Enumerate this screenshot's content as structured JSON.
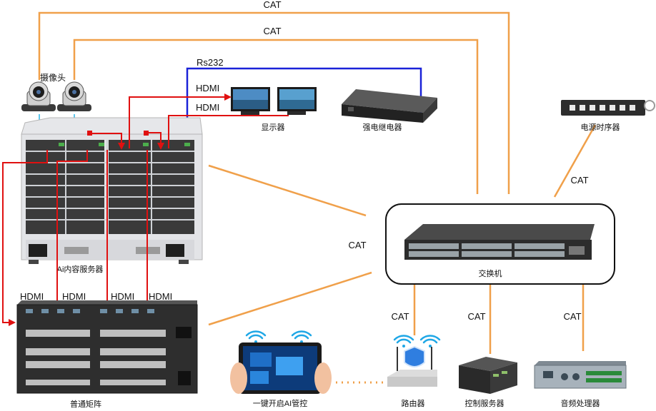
{
  "colors": {
    "cat_line": "#f0a04a",
    "hdmi_line": "#e01010",
    "rs232_line": "#1a22d8",
    "camera_feed": "#27b3e6",
    "device_dark": "#2b2b2b",
    "rack_light": "#d6d8dc",
    "wifi": "#1fa7e6"
  },
  "labels": {
    "cat_top": "CAT",
    "cat_second": "CAT",
    "rs232": "Rs232",
    "hdmi_display_1": "HDMI",
    "hdmi_display_2": "HDMI",
    "camera": "摄像头",
    "display": "显示器",
    "relay": "强电继电器",
    "power_sequencer": "电源时序器",
    "cat_sequencer": "CAT",
    "cat_left": "CAT",
    "ai_server": "Ai内容服务器",
    "switch": "交换机",
    "hdmi_matrix_1": "HDMI",
    "hdmi_matrix_2": "HDMI",
    "hdmi_matrix_3": "HDMI",
    "hdmi_matrix_4": "HDMI",
    "matrix": "普通矩阵",
    "cat_router": "CAT",
    "cat_control": "CAT",
    "cat_audio": "CAT",
    "tablet": "一键开启AI管控",
    "router": "路由器",
    "control_server": "控制服务器",
    "audio_processor": "音频处理器"
  },
  "icons": [
    "camera-icon",
    "monitor-icon",
    "relay-icon",
    "power-sequencer-icon",
    "server-rack-icon",
    "switch-icon",
    "matrix-icon",
    "tablet-icon",
    "router-icon",
    "control-server-icon",
    "audio-processor-icon",
    "wifi-icon"
  ]
}
